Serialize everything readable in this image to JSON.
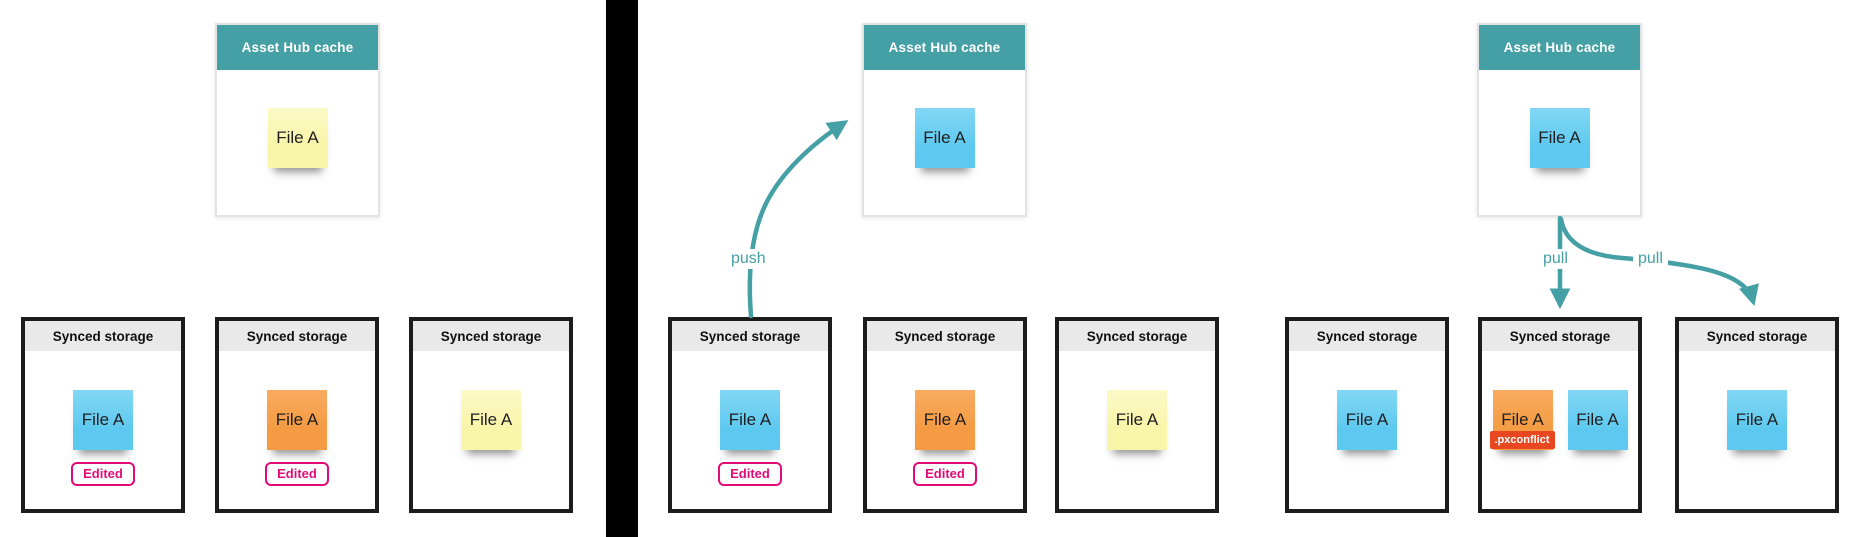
{
  "colors": {
    "teal": "#45a0a5",
    "divider": "#000000",
    "storage_border": "#1c1c1c",
    "storage_header_bg": "#e9e9e9",
    "hub_border": "#e3e3e3",
    "note_blue": "#5ec9f0",
    "note_blue_light": "#82d7f4",
    "note_orange": "#f49b43",
    "note_orange_light": "#f8ab5f",
    "note_yellow": "#f9f5a9",
    "note_yellow_light": "#fbf9c6",
    "badge_pink": "#e30b77",
    "conflict_red": "#e8471f"
  },
  "panels": [
    {
      "hub": {
        "title": "Asset Hub cache",
        "note": {
          "label": "File A",
          "color": "yellow"
        }
      },
      "storages": [
        {
          "title": "Synced storage",
          "notes": [
            {
              "label": "File A",
              "color": "blue"
            }
          ],
          "badge": "Edited"
        },
        {
          "title": "Synced storage",
          "notes": [
            {
              "label": "File A",
              "color": "orange"
            }
          ],
          "badge": "Edited"
        },
        {
          "title": "Synced storage",
          "notes": [
            {
              "label": "File A",
              "color": "yellow"
            }
          ]
        }
      ]
    },
    {
      "hub": {
        "title": "Asset Hub cache",
        "note": {
          "label": "File A",
          "color": "blue"
        }
      },
      "push_label": "push",
      "storages": [
        {
          "title": "Synced storage",
          "notes": [
            {
              "label": "File A",
              "color": "blue"
            }
          ],
          "badge": "Edited"
        },
        {
          "title": "Synced storage",
          "notes": [
            {
              "label": "File A",
              "color": "orange"
            }
          ],
          "badge": "Edited"
        },
        {
          "title": "Synced storage",
          "notes": [
            {
              "label": "File A",
              "color": "yellow"
            }
          ]
        }
      ]
    },
    {
      "hub": {
        "title": "Asset Hub cache",
        "note": {
          "label": "File A",
          "color": "blue"
        }
      },
      "pull_label_1": "pull",
      "pull_label_2": "pull",
      "storages": [
        {
          "title": "Synced storage",
          "notes": [
            {
              "label": "File A",
              "color": "blue"
            }
          ]
        },
        {
          "title": "Synced storage",
          "notes": [
            {
              "label": "File A",
              "color": "orange",
              "tag": ".pxconflict"
            },
            {
              "label": "File A",
              "color": "blue"
            }
          ]
        },
        {
          "title": "Synced storage",
          "notes": [
            {
              "label": "File A",
              "color": "blue"
            }
          ]
        }
      ]
    }
  ]
}
